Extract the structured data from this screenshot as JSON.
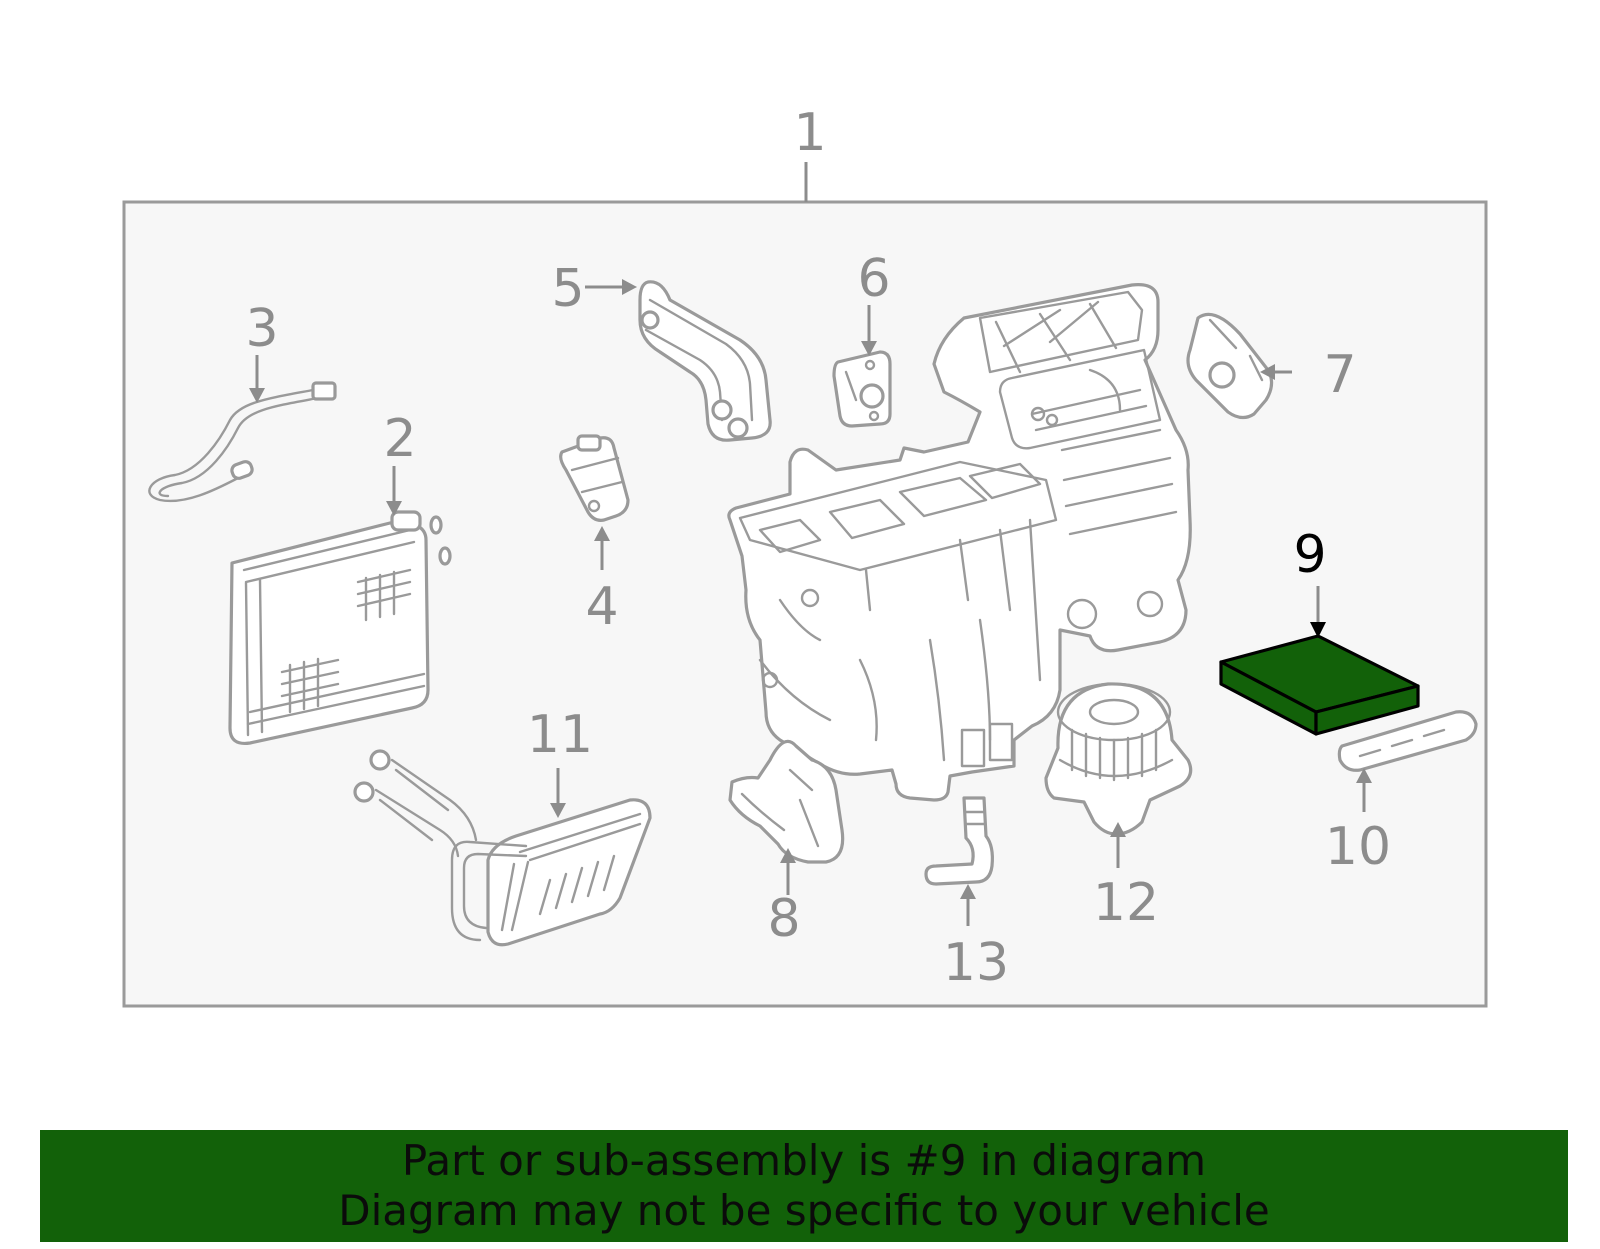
{
  "diagram": {
    "callouts": [
      {
        "id": "1",
        "label": "1"
      },
      {
        "id": "2",
        "label": "2"
      },
      {
        "id": "3",
        "label": "3"
      },
      {
        "id": "4",
        "label": "4"
      },
      {
        "id": "5",
        "label": "5"
      },
      {
        "id": "6",
        "label": "6"
      },
      {
        "id": "7",
        "label": "7"
      },
      {
        "id": "8",
        "label": "8"
      },
      {
        "id": "9",
        "label": "9",
        "highlighted": true
      },
      {
        "id": "10",
        "label": "10"
      },
      {
        "id": "11",
        "label": "11"
      },
      {
        "id": "12",
        "label": "12"
      },
      {
        "id": "13",
        "label": "13"
      }
    ],
    "highlight_color": "#126109",
    "line_color": "#9a9a9a",
    "panel_color": "#f7f7f7"
  },
  "banner": {
    "line1": "Part or sub-assembly is #9 in diagram",
    "line2": "Diagram may not be specific to your vehicle",
    "background": "#126109"
  }
}
